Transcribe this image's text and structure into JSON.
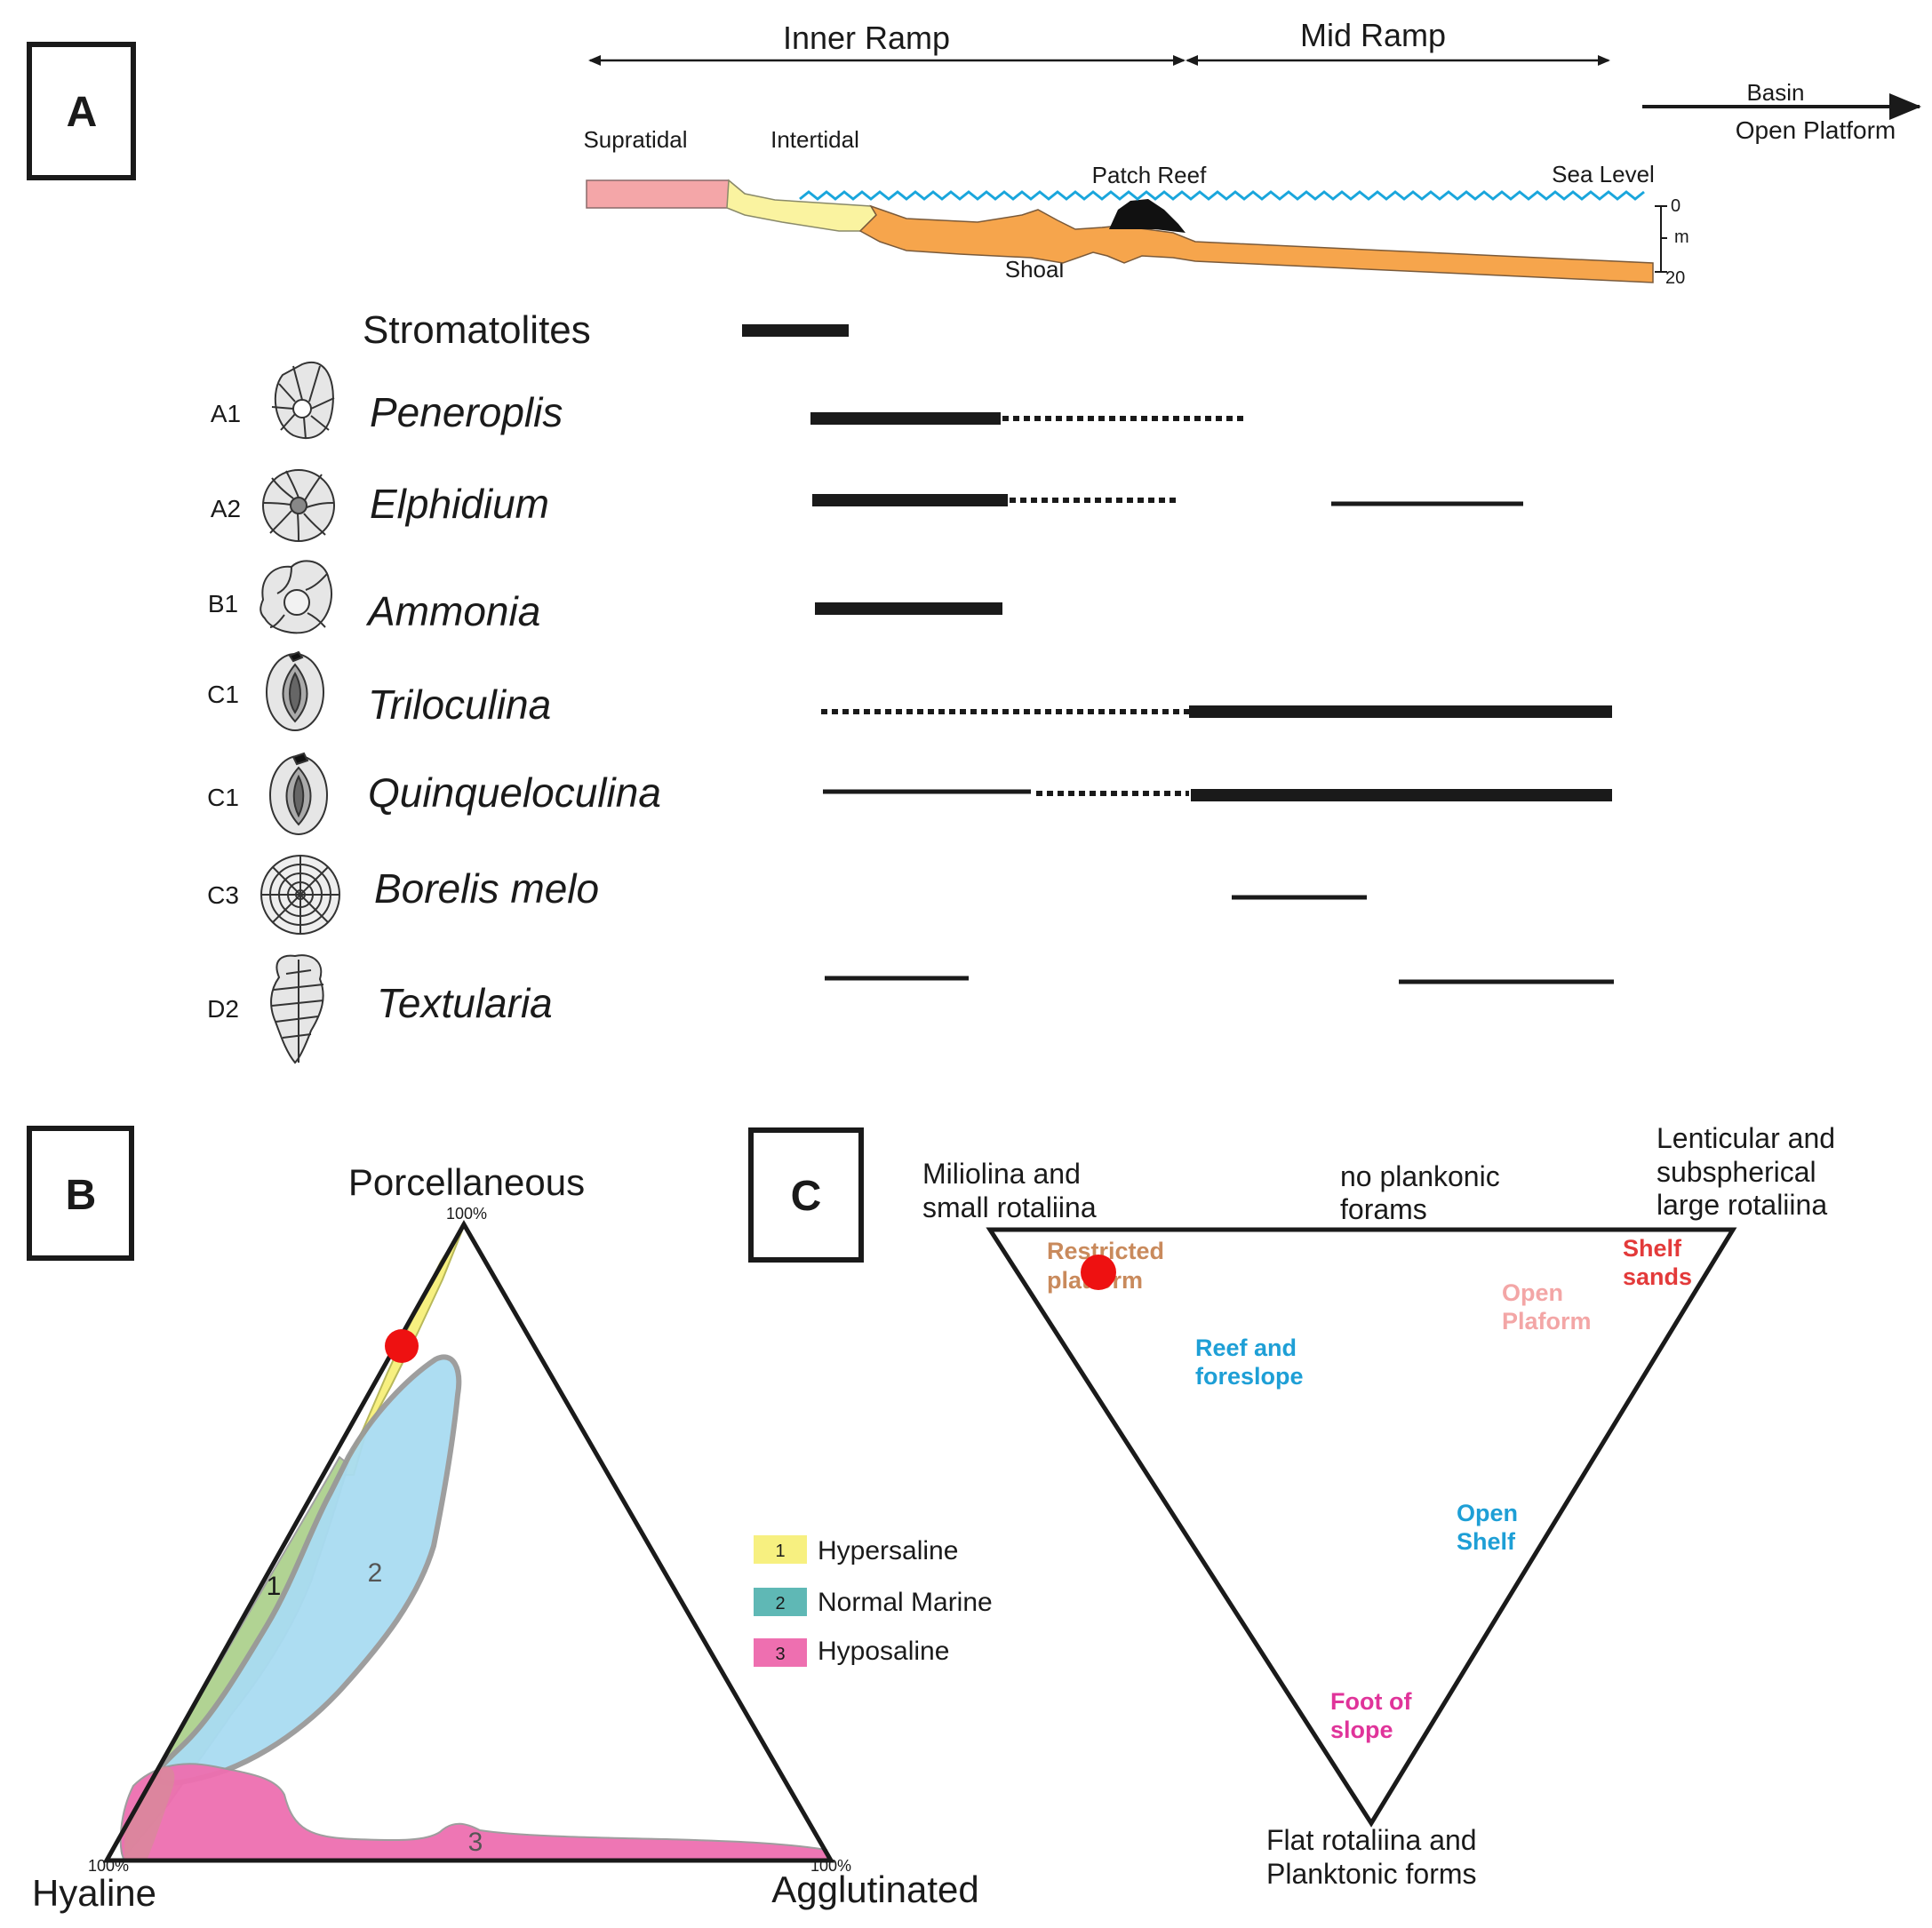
{
  "panels": {
    "A": {
      "letter": "A",
      "zones": {
        "inner_ramp": "Inner Ramp",
        "mid_ramp": "Mid Ramp"
      },
      "basin": "Basin",
      "open_platform": "Open Platform",
      "profile_labels": {
        "supratidal": "Supratidal",
        "intertidal": "Intertidal",
        "patch_reef": "Patch Reef",
        "sea_level": "Sea Level",
        "shoal": "Shoal"
      },
      "depth_scale": {
        "top": "0",
        "unit": "m",
        "bottom": "20"
      },
      "stromatolites": "Stromatolites",
      "taxa": [
        {
          "code": "A1",
          "name": "Peneroplis"
        },
        {
          "code": "A2",
          "name": "Elphidium"
        },
        {
          "code": "B1",
          "name": "Ammonia"
        },
        {
          "code": "C1",
          "name": "Triloculina"
        },
        {
          "code": "C1",
          "name": "Quinqueloculina"
        },
        {
          "code": "C3",
          "name": "Borelis melo"
        },
        {
          "code": "D2",
          "name": "Textularia"
        }
      ],
      "colors": {
        "supratidal": "#f4a6a8",
        "intertidal": "#faf3a0",
        "carbonate": "#f6a54c",
        "sea": "#1aa6dc",
        "reef": "#1a1a1a"
      }
    },
    "B": {
      "letter": "B",
      "apex_top": "Porcellaneous",
      "apex_left": "Hyaline",
      "apex_right": "Agglutinated",
      "pct": "100%",
      "region_labels": [
        "1",
        "2",
        "3"
      ],
      "legend": [
        {
          "num": "1",
          "label": "Hypersaline",
          "color": "#f7f080"
        },
        {
          "num": "2",
          "label": "Normal Marine",
          "color": "#5fb8b5"
        },
        {
          "num": "3",
          "label": "Hyposaline",
          "color": "#ee6fb0"
        }
      ],
      "region_colors": {
        "hypersaline": "#f7f080",
        "green": "#a9cf88",
        "normal_marine": "#a9dcf2",
        "hyposaline": "#ee6fb0"
      },
      "marker_color": "#ee1111"
    },
    "C": {
      "letter": "C",
      "corner_top_left": [
        "Miliolina and",
        "small rotaliina"
      ],
      "corner_top_middle": [
        "no plankonic",
        "forams"
      ],
      "corner_top_right": [
        "Lenticular and",
        "subspherical",
        "large rotaliina"
      ],
      "corner_bottom": [
        "Flat rotaliina and",
        "Planktonic forms"
      ],
      "fields": [
        {
          "lines": [
            "Restricted",
            "platform"
          ],
          "color": "#c98a5c"
        },
        {
          "lines": [
            "Reef and",
            "foreslope"
          ],
          "color": "#1e9fd6"
        },
        {
          "lines": [
            "Open",
            "Plaform"
          ],
          "color": "#f3a6a6"
        },
        {
          "lines": [
            "Shelf",
            "sands"
          ],
          "color": "#e33a3a"
        },
        {
          "lines": [
            "Open",
            "Shelf"
          ],
          "color": "#1e9fd6"
        },
        {
          "lines": [
            "Foot of",
            "slope"
          ],
          "color": "#e0349a"
        }
      ],
      "marker_color": "#ee1111"
    }
  }
}
